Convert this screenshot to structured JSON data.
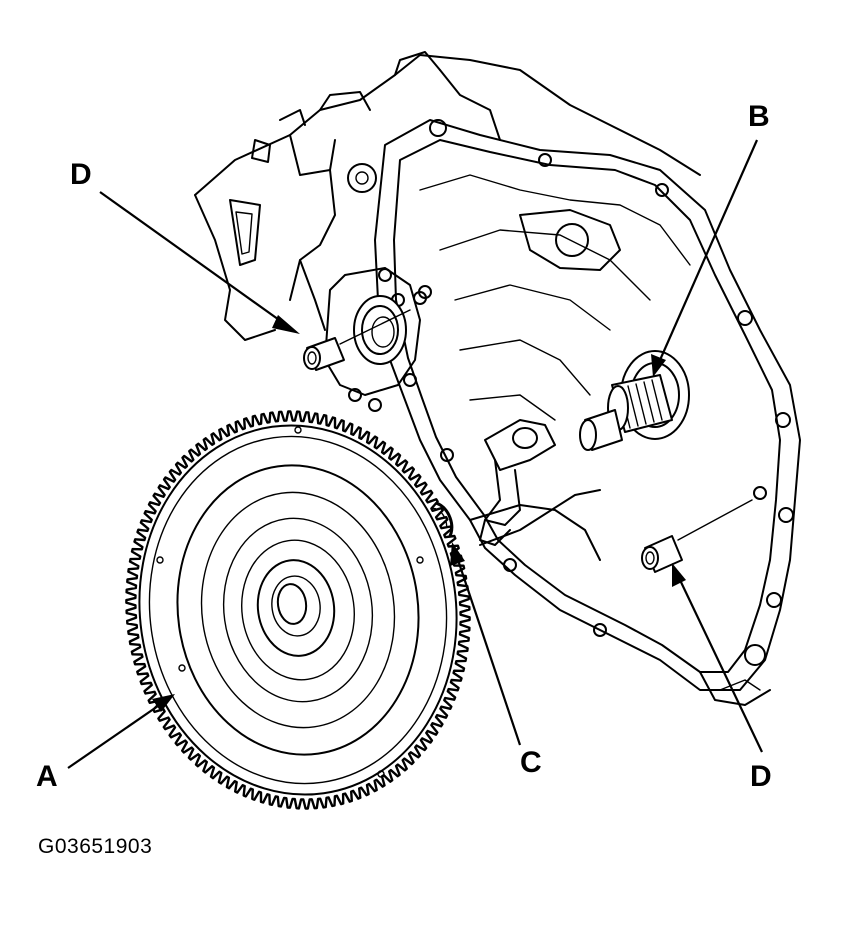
{
  "labels": {
    "a": "A",
    "b": "B",
    "c": "C",
    "d_left": "D",
    "d_right": "D"
  },
  "figure_code": "G03651903",
  "colors": {
    "line": "#000000",
    "background": "#ffffff"
  },
  "flywheel": {
    "tooth_count": 120
  }
}
